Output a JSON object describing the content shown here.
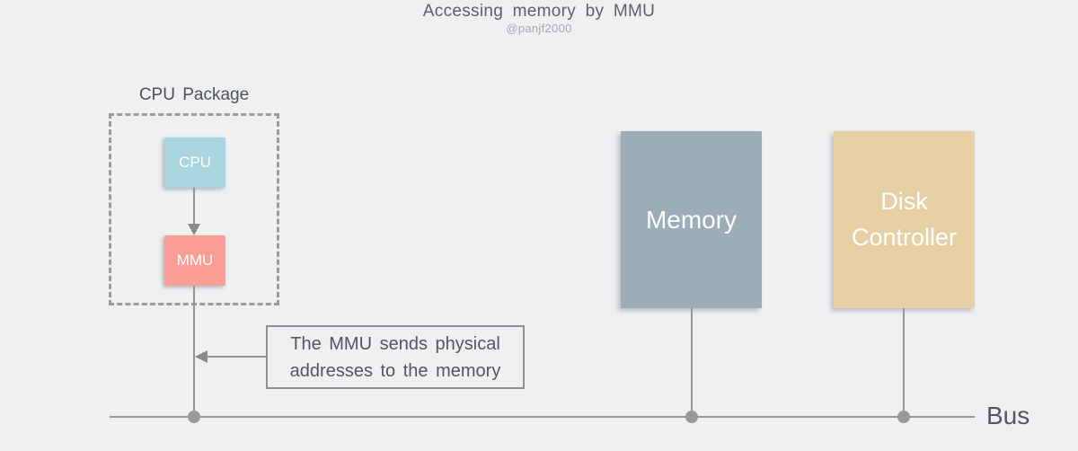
{
  "title": "Accessing memory by MMU",
  "subtitle": "@panjf2000",
  "cpu_package": {
    "label": "CPU Package",
    "cpu_label": "CPU",
    "mmu_label": "MMU"
  },
  "memory_label": "Memory",
  "disk_controller_label": "Disk Controller",
  "annotation": {
    "text": "The MMU sends physical addresses to the memory",
    "lines": [
      "The MMU sends physical",
      "addresses to the memory"
    ]
  },
  "bus_label": "Bus",
  "colors": {
    "background": "#eef0f2",
    "cpu_box": "#a8d5de",
    "mmu_box": "#fa9d97",
    "memory_box": "#9cadb7",
    "disk_controller_box": "#e8d0a5",
    "connector_line": "#979797",
    "arrowhead": "#8a8a8a",
    "dashed_border": "#9b9b9b",
    "annotation_border": "#8f9294",
    "text_dark": "#55585a",
    "text_muted": "#a4a7aa",
    "box_text": "#ffffff"
  }
}
